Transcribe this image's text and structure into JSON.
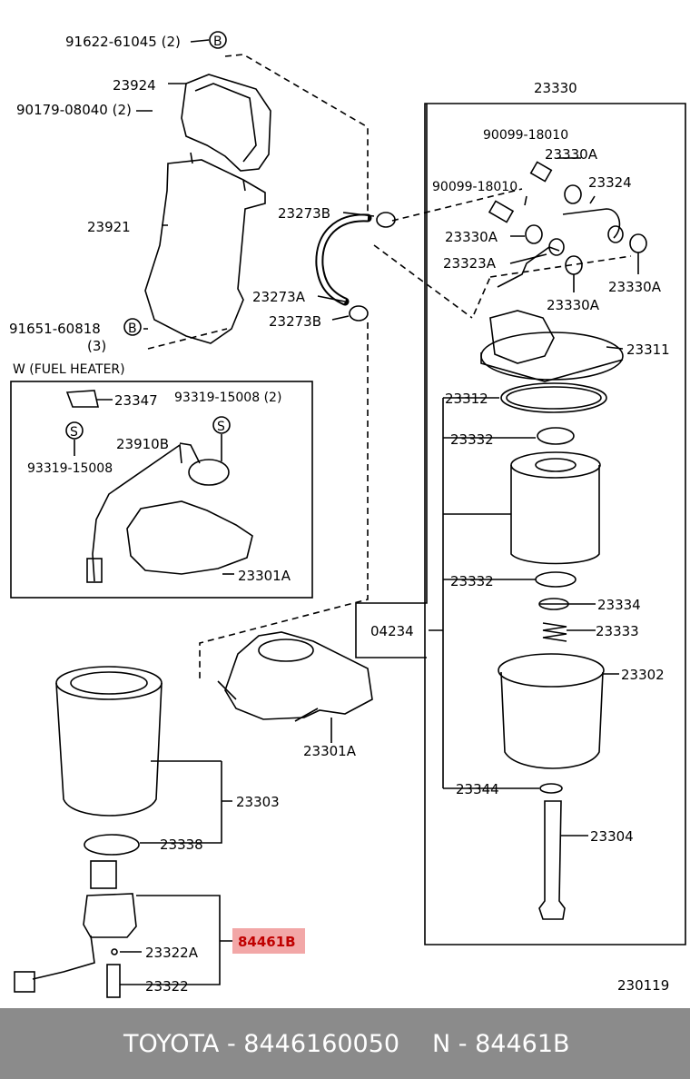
{
  "labels": {
    "p91622": "91622-61045 (2)",
    "p23924": "23924",
    "p90179": "90179-08040 (2)",
    "p23921": "23921",
    "p91651": "91651-60818",
    "p91651_qty": "(3)",
    "p23273b_top": "23273B",
    "p23273a": "23273A",
    "p23273b_bot": "23273B",
    "p23330": "23330",
    "p90099_top": "90099-18010",
    "p23330a_top": "23330A",
    "p90099_mid": "90099-18010",
    "p23324": "23324",
    "p23330a_left": "23330A",
    "p23323a": "23323A",
    "p23330a_bot": "23330A",
    "p23330a_right": "23330A",
    "p23311": "23311",
    "p23312": "23312",
    "p23332_top": "23332",
    "p23332_bot": "23332",
    "p23334": "23334",
    "p04234": "04234",
    "p23333": "23333",
    "p23302": "23302",
    "p23344": "23344",
    "p23304": "23304",
    "p23301a_main": "23301A",
    "p23303": "23303",
    "p23338": "23338",
    "p84461b": "84461B",
    "p23322a": "23322A",
    "p23322": "23322",
    "diagram_code": "230119",
    "callout_b1": "B",
    "callout_b2": "B"
  },
  "inset": {
    "title": "W (FUEL HEATER)",
    "p23347": "23347",
    "p93319_right": "93319-15008 (2)",
    "callout_s1": "S",
    "callout_s2": "S",
    "p93319_left": "93319-15008",
    "p23910b": "23910B",
    "p23301a": "23301A"
  },
  "footer": {
    "brand_part": "TOYOTA - 8446160050",
    "ref_part": "N - 84461B"
  },
  "colors": {
    "highlight": "#f2a7a7",
    "footer_bg": "#8b8b8b",
    "footer_text": "#ffffff",
    "line": "#000000"
  }
}
